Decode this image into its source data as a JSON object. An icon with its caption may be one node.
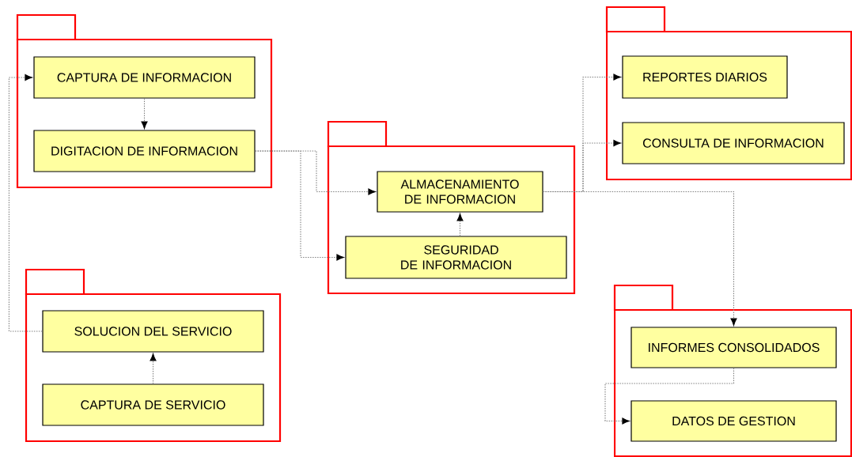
{
  "diagram": {
    "nodes": [
      {
        "text": [],
        "shape": "folder"
      },
      {
        "text": [
          "CAPTURA DE INFORMACION"
        ],
        "in": 0
      },
      {
        "text": [
          "DIGITACION DE INFORMACION"
        ],
        "in": 0
      },
      {
        "text": [],
        "shape": "folder"
      },
      {
        "text": [
          "SOLUCION DEL SERVICIO"
        ],
        "in": 3
      },
      {
        "text": [
          "CAPTURA DE SERVICIO"
        ],
        "in": 3
      },
      {
        "text": [],
        "shape": "folder"
      },
      {
        "text": [
          "ALMACENAMIENTO DE INFORMACION"
        ],
        "in": 6
      },
      {
        "text": [
          "SEGURIDAD DE INFORMACION"
        ],
        "in": 6
      },
      {
        "text": [],
        "shape": "folder"
      },
      {
        "text": [
          "REPORTES DIARIOS"
        ],
        "in": 9
      },
      {
        "text": [
          "CONSULTA DE INFORMACION"
        ],
        "in": 9
      },
      {
        "text": [],
        "shape": "folder"
      },
      {
        "text": [
          "INFORMES CONSOLIDADOS"
        ],
        "in": 12
      },
      {
        "text": [
          "DATOS DE GESTION"
        ],
        "in": 12
      }
    ],
    "edges": [
      {
        "from": 4,
        "to": 1,
        "arrow": "to"
      },
      {
        "from": 1,
        "to": 2,
        "arrow": "to"
      },
      {
        "from": 2,
        "to": 7,
        "arrow": "to"
      },
      {
        "from": 2,
        "to": 8,
        "arrow": "to"
      },
      {
        "from": 8,
        "to": 7,
        "arrow": "to"
      },
      {
        "from": 7,
        "to": 10,
        "arrow": "to"
      },
      {
        "from": 7,
        "to": 11,
        "arrow": "to"
      },
      {
        "from": 7,
        "to": 13,
        "arrow": "to"
      },
      {
        "from": 13,
        "to": 14,
        "arrow": "to"
      },
      {
        "from": 5,
        "to": 4,
        "arrow": "to"
      }
    ]
  }
}
